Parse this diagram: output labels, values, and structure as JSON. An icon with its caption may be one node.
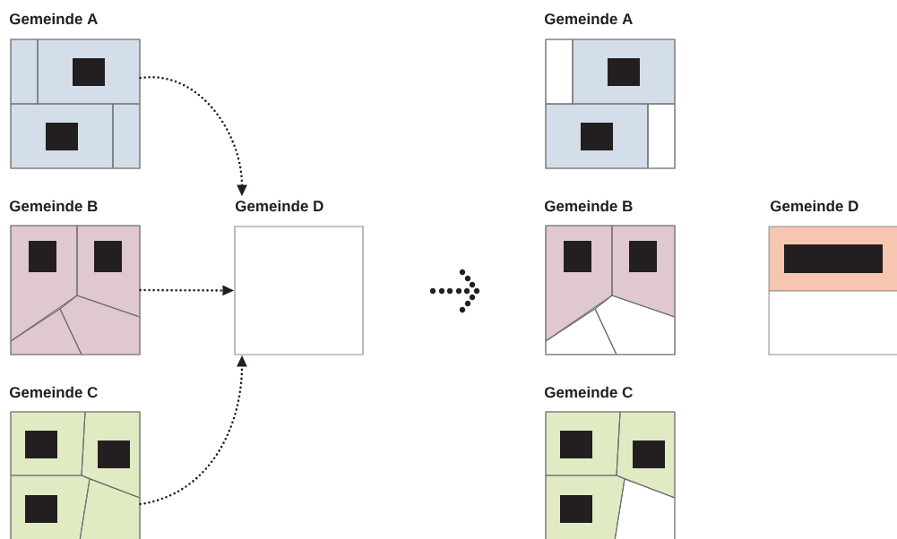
{
  "diagram": {
    "nodes": [
      {
        "text": [
          "Gemeinde A"
        ]
      },
      {
        "text": [
          "Gemeinde A"
        ]
      },
      {
        "text": [
          "Gemeinde B"
        ]
      },
      {
        "text": [
          "Gemeinde D"
        ]
      },
      {
        "text": [
          "Gemeinde B"
        ]
      },
      {
        "text": [
          "Gemeinde D"
        ]
      },
      {
        "text": [
          "Gemeinde C"
        ]
      },
      {
        "text": [
          "Gemeinde C"
        ]
      }
    ],
    "edges": [
      {
        "from": 0,
        "to": 3,
        "arrow": "to"
      },
      {
        "from": 2,
        "to": 3,
        "arrow": "to"
      },
      {
        "from": 6,
        "to": 3,
        "arrow": "to"
      }
    ]
  }
}
